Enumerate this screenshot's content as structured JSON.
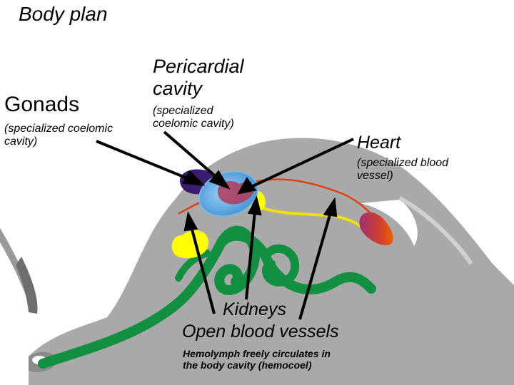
{
  "labels": {
    "title": "Body plan",
    "gonads": {
      "title": "Gonads",
      "sub": "(specialized coelomic\ncavity)"
    },
    "pericardial": {
      "title": "Pericardial\ncavity",
      "sub": "(specialized\ncoelomic cavity)"
    },
    "heart": {
      "title": "Heart",
      "sub": "(specialized blood\nvessel)"
    },
    "kidneys": {
      "title": "Kidneys"
    },
    "open_vessels": {
      "title": "Open blood vessels",
      "sub": "Hemolymph freely circulates in\nthe body cavity (hemocoel)"
    }
  },
  "colors": {
    "body": "#a9a9a9",
    "shell_edge": "#7a7a7a",
    "gonad": "#3a1c6e",
    "pericardium": "#4aa0e0",
    "heart_inner": "#b03a5a",
    "kidney": "#ffff00",
    "gut": "#109040",
    "vessel_red": "#e04010",
    "vessel_yellow": "#f0e000",
    "arrow": "#000000"
  }
}
